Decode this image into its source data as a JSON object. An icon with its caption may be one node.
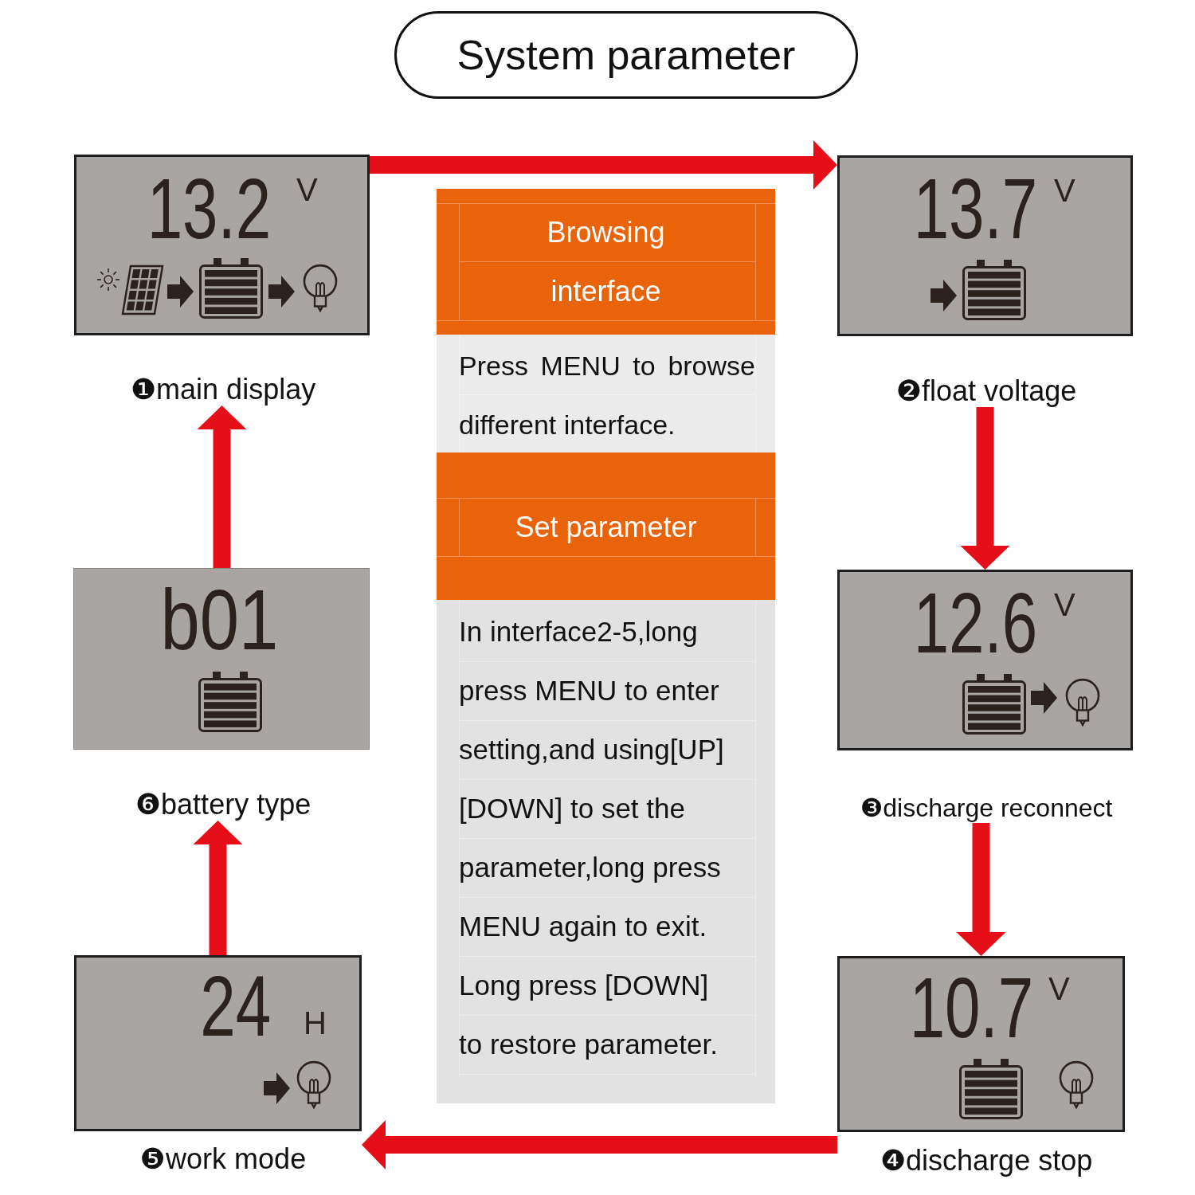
{
  "diagram": {
    "title": "System parameter",
    "nodes": [
      {
        "text": [
          "13.2",
          "V"
        ],
        "beside": [
          "❶main display"
        ]
      },
      {
        "text": [
          "13.7",
          "V"
        ],
        "beside": [
          "❷float voltage"
        ]
      },
      {
        "text": [
          "12.6",
          "V"
        ],
        "beside": [
          "❸discharge reconnect"
        ]
      },
      {
        "text": [
          "10.7",
          "V"
        ],
        "beside": [
          "❹discharge stop"
        ]
      },
      {
        "text": [
          "24",
          "H"
        ],
        "beside": [
          "❺work mode"
        ]
      },
      {
        "text": [
          "b01"
        ],
        "beside": [
          "❻battery type"
        ]
      },
      {
        "text": [
          "Browsing interface"
        ]
      },
      {
        "text": [
          "Press MENU to browse different interface."
        ]
      },
      {
        "text": [
          "Set parameter"
        ]
      },
      {
        "text": [
          "In interface2-5,long press MENU to enter setting,and using[UP] [DOWN] to set the parameter,long press MENU again to exit. Long press [DOWN] to restore parameter."
        ]
      }
    ],
    "edges": [
      {
        "from": 0,
        "to": 1,
        "arrow": "to"
      },
      {
        "from": 1,
        "to": 2,
        "arrow": "to"
      },
      {
        "from": 2,
        "to": 3,
        "arrow": "to"
      },
      {
        "from": 3,
        "to": 4,
        "arrow": "to"
      },
      {
        "from": 4,
        "to": 5,
        "arrow": "to"
      },
      {
        "from": 5,
        "to": 0,
        "arrow": "to"
      }
    ]
  }
}
